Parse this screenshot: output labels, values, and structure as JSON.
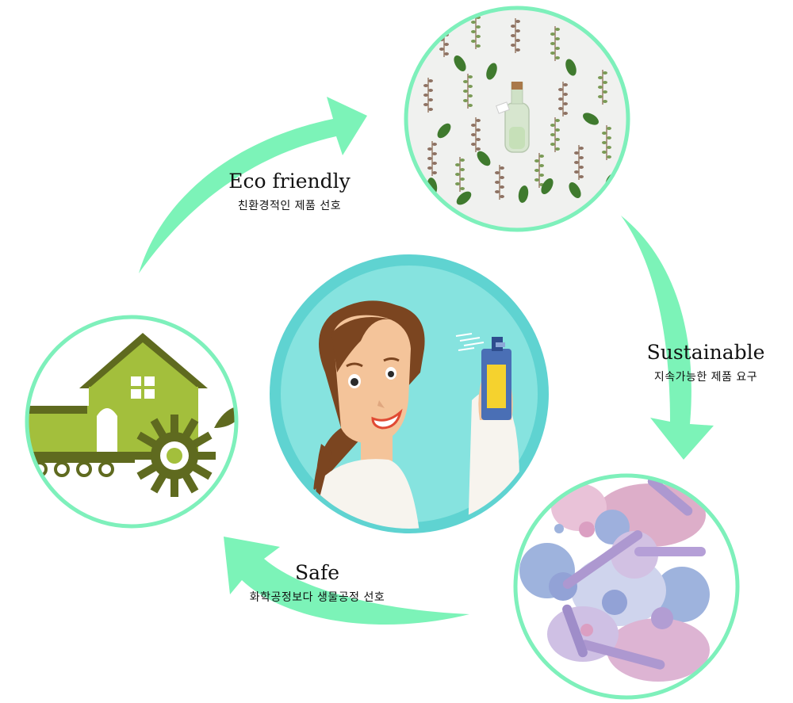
{
  "colors": {
    "arrow": "#7cf3b8",
    "ring": "#7ef0bb",
    "center_bg": "#86e3df",
    "center_ring": "#5fd3d1",
    "house_green": "#a3bf3c",
    "house_dark": "#5f6a1f"
  },
  "icons": [
    "plants-bottle-illustration",
    "microbes-illustration",
    "house-factory-illustration",
    "scientist-spray-illustration"
  ],
  "labels": {
    "eco": {
      "title": "Eco friendly",
      "sub": "친환경적인 제품 선호"
    },
    "sustainable": {
      "title": "Sustainable",
      "sub": "지속가능한 제품 요구"
    },
    "safe": {
      "title": "Safe",
      "sub": "화학공정보다 생물공정 선호"
    }
  }
}
